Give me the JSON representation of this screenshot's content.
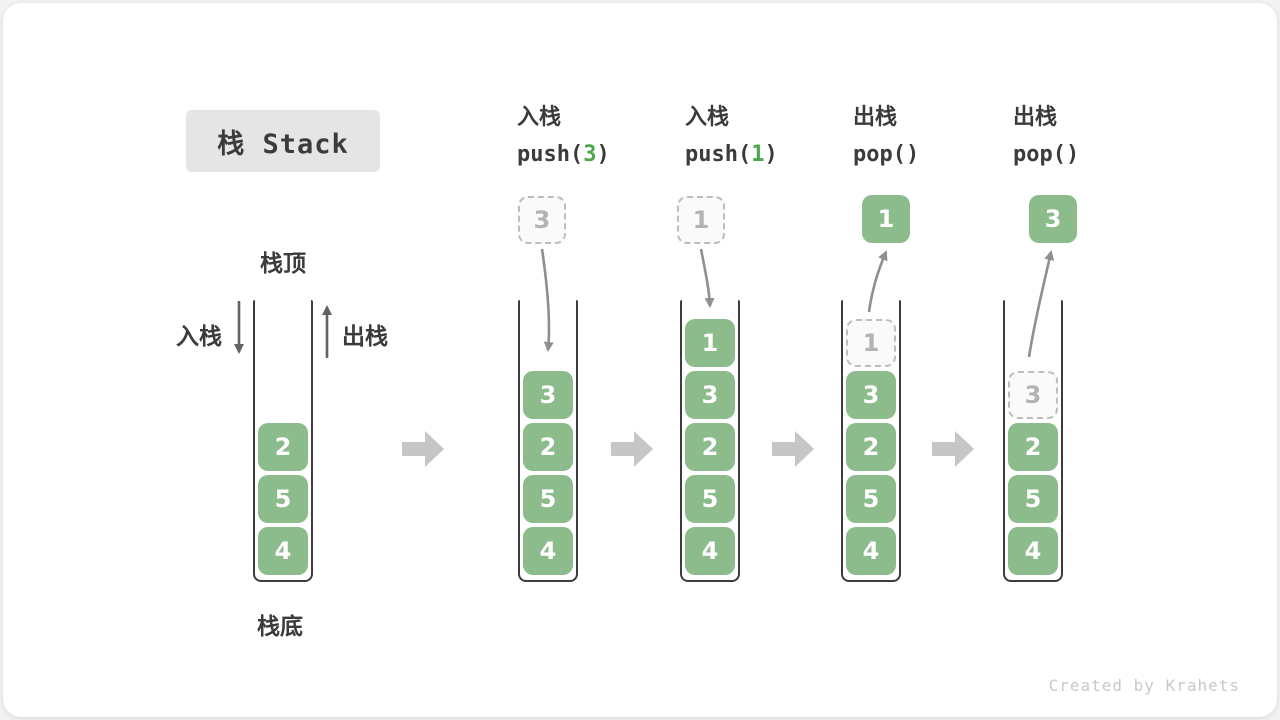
{
  "title": "栈 Stack",
  "first_stack": {
    "top_label": "栈顶",
    "bottom_label": "栈底",
    "push_arrow_label": "入栈",
    "pop_arrow_label": "出栈",
    "cells": [
      "2",
      "5",
      "4"
    ]
  },
  "stages": [
    {
      "op": "入栈",
      "code": {
        "pre": "push(",
        "arg": "3",
        "post": ")"
      },
      "floating": {
        "value": "3",
        "variant": "dashed"
      },
      "cells": [
        "3",
        "2",
        "5",
        "4"
      ]
    },
    {
      "op": "入栈",
      "code": {
        "pre": "push(",
        "arg": "1",
        "post": ")"
      },
      "floating": {
        "value": "1",
        "variant": "dashed"
      },
      "cells": [
        "1",
        "3",
        "2",
        "5",
        "4"
      ]
    },
    {
      "op": "出栈",
      "code": {
        "pre": "pop()",
        "arg": "",
        "post": ""
      },
      "floating": {
        "value": "1",
        "variant": "solid"
      },
      "ghost": "1",
      "cells": [
        "3",
        "2",
        "5",
        "4"
      ]
    },
    {
      "op": "出栈",
      "code": {
        "pre": "pop()",
        "arg": "",
        "post": ""
      },
      "floating": {
        "value": "3",
        "variant": "solid"
      },
      "ghost": "3",
      "cells": [
        "2",
        "5",
        "4"
      ]
    }
  ],
  "footer": "Created by Krahets",
  "colors": {
    "cell_green": "#8CBB8C",
    "code_green": "#4CA64C"
  }
}
